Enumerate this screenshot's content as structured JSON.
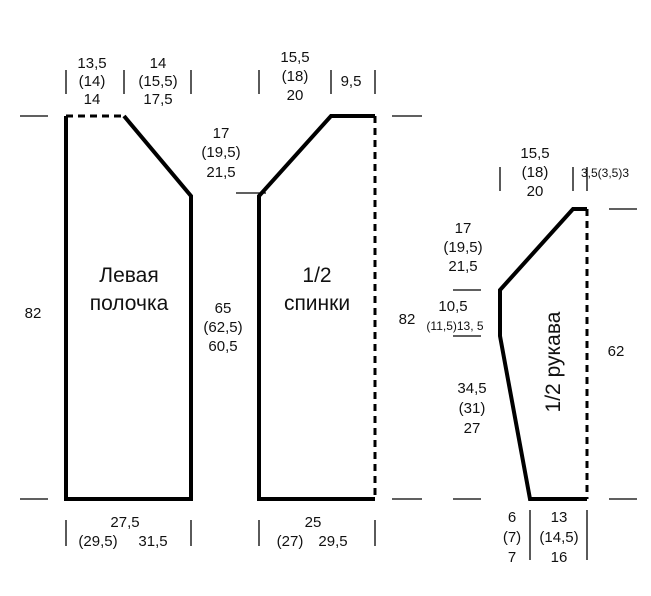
{
  "front": {
    "title_line1": "Левая",
    "title_line2": "полочка",
    "top_left": [
      "13,5",
      "(14)",
      "14"
    ],
    "top_right": [
      "14",
      "(15,5)",
      "17,5"
    ],
    "neck_depth": [
      "17",
      "(19,5)",
      "21,5"
    ],
    "body_length": [
      "65",
      "(62,5)",
      "60,5"
    ],
    "total_length": "82",
    "bottom_width": [
      "27,5",
      "(29,5)",
      "31,5"
    ]
  },
  "back": {
    "title_line1": "1/2",
    "title_line2": "спинки",
    "top_left": [
      "15,5",
      "(18)",
      "20"
    ],
    "top_right": "9,5",
    "bottom_width": [
      "25",
      "(27)",
      "29,5"
    ]
  },
  "sleeve": {
    "title": "1/2 рукава",
    "top_left": [
      "15,5",
      "(18)",
      "20"
    ],
    "top_right": "3,5(3,5)3",
    "cap_depth": [
      "17",
      "(19,5)",
      "21,5"
    ],
    "middle_left": [
      "10,5"
    ],
    "middle_line2": "(11,5)13, 5",
    "lower_left": [
      "34,5",
      "(31)",
      "27"
    ],
    "left_total": "82",
    "right_total": "62",
    "bottom_left": [
      "6",
      "(7)",
      "7"
    ],
    "bottom_right": [
      "13",
      "(14,5)",
      "16"
    ]
  }
}
